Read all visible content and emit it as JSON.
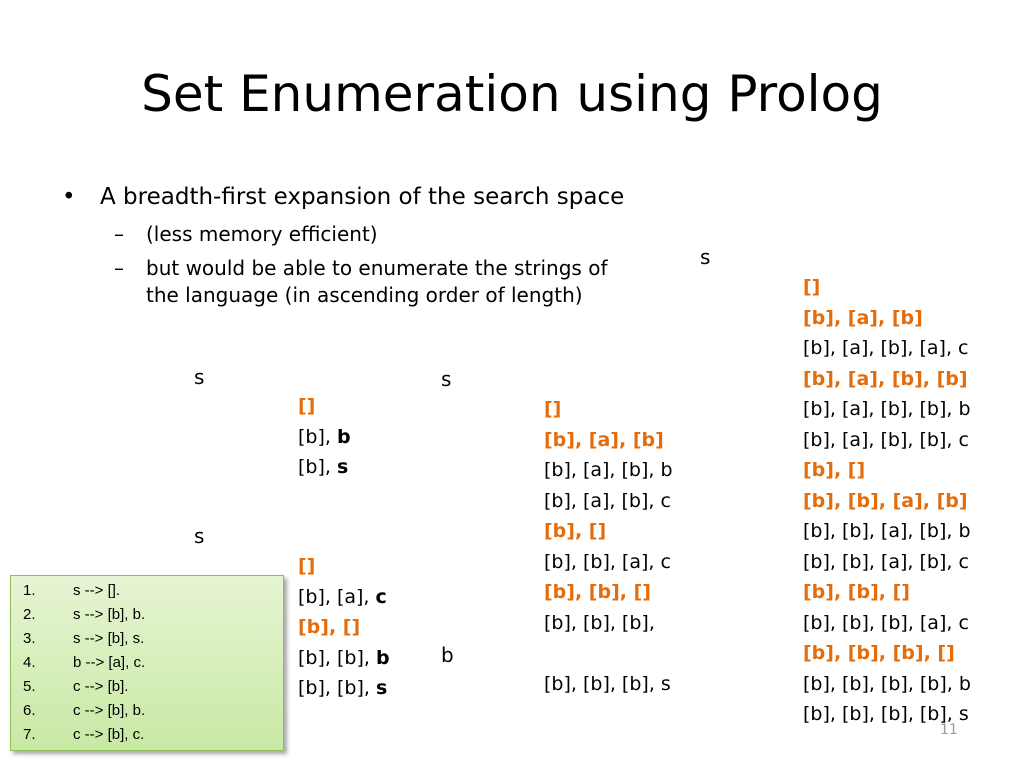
{
  "slide": {
    "title": "Set Enumeration using Prolog",
    "bullet": "A breadth-first expansion of the search space",
    "bullet_marker": "•",
    "dash_marker": "–",
    "sub_bullets": [
      "(less memory efficient)",
      "but would be able to enumerate the strings of",
      "the language (in ascending order of length)"
    ],
    "tree_labels": {
      "left_s_top": "s",
      "left_s_bottom": "s",
      "middle_s": "s",
      "middle_b": "b",
      "right_s": "s"
    },
    "col1_a": [
      {
        "parts": [
          {
            "t": "[]",
            "style": "orange"
          }
        ]
      },
      {
        "parts": [
          {
            "t": "[b], ",
            "style": "normal"
          },
          {
            "t": "b",
            "style": "bold"
          }
        ]
      },
      {
        "parts": [
          {
            "t": "[b], ",
            "style": "normal"
          },
          {
            "t": "s",
            "style": "bold"
          }
        ]
      }
    ],
    "col1_b": [
      {
        "parts": [
          {
            "t": "[]",
            "style": "orange"
          }
        ]
      },
      {
        "parts": [
          {
            "t": "[b], [a], ",
            "style": "normal"
          },
          {
            "t": "c",
            "style": "bold"
          }
        ]
      },
      {
        "parts": [
          {
            "t": "[b], []",
            "style": "orange"
          }
        ]
      },
      {
        "parts": [
          {
            "t": "[b], [b], ",
            "style": "normal"
          },
          {
            "t": "b",
            "style": "bold"
          }
        ]
      },
      {
        "parts": [
          {
            "t": "[b], [b], ",
            "style": "normal"
          },
          {
            "t": "s",
            "style": "bold"
          }
        ]
      }
    ],
    "col2": [
      {
        "parts": [
          {
            "t": "[]",
            "style": "orange"
          }
        ]
      },
      {
        "parts": [
          {
            "t": "[b], [a], [b]",
            "style": "orange"
          }
        ]
      },
      {
        "parts": [
          {
            "t": "[b], [a], [b], b",
            "style": "normal"
          }
        ]
      },
      {
        "parts": [
          {
            "t": "[b], [a], [b], c",
            "style": "normal"
          }
        ]
      },
      {
        "parts": [
          {
            "t": "[b], []",
            "style": "orange"
          }
        ]
      },
      {
        "parts": [
          {
            "t": "[b], [b], [a], c",
            "style": "normal"
          }
        ]
      },
      {
        "parts": [
          {
            "t": "[b], [b], []",
            "style": "orange"
          }
        ]
      },
      {
        "parts": [
          {
            "t": "[b], [b], [b],",
            "style": "normal"
          }
        ]
      },
      {
        "parts": []
      },
      {
        "parts": [
          {
            "t": "[b], [b], [b], s",
            "style": "normal"
          }
        ]
      }
    ],
    "col3": [
      {
        "parts": [
          {
            "t": "[]",
            "style": "orange"
          }
        ]
      },
      {
        "parts": [
          {
            "t": "[b], [a], [b]",
            "style": "orange"
          }
        ]
      },
      {
        "parts": [
          {
            "t": "[b], [a], [b], [a], c",
            "style": "normal"
          }
        ]
      },
      {
        "parts": [
          {
            "t": "[b], [a], [b], [b]",
            "style": "orange"
          }
        ]
      },
      {
        "parts": [
          {
            "t": "[b], [a], [b], [b], b",
            "style": "normal"
          }
        ]
      },
      {
        "parts": [
          {
            "t": "[b], [a], [b], [b], c",
            "style": "normal"
          }
        ]
      },
      {
        "parts": [
          {
            "t": "[b], []",
            "style": "orange"
          }
        ]
      },
      {
        "parts": [
          {
            "t": "[b], [b], [a], [b]",
            "style": "orange"
          }
        ]
      },
      {
        "parts": [
          {
            "t": "[b], [b], [a], [b], b",
            "style": "normal"
          }
        ]
      },
      {
        "parts": [
          {
            "t": "[b], [b], [a], [b], c",
            "style": "normal"
          }
        ]
      },
      {
        "parts": [
          {
            "t": "[b], [b], []",
            "style": "orange"
          }
        ]
      },
      {
        "parts": [
          {
            "t": "[b], [b], [b], [a], c",
            "style": "normal"
          }
        ]
      },
      {
        "parts": [
          {
            "t": "[b], [b], [b], []",
            "style": "orange"
          }
        ]
      },
      {
        "parts": [
          {
            "t": "[b], [b], [b], [b], b",
            "style": "normal"
          }
        ]
      },
      {
        "parts": [
          {
            "t": "[b], [b], [b], [b], s",
            "style": "normal"
          }
        ]
      }
    ],
    "grammar_rules": [
      {
        "num": "1.",
        "text": "s --> []."
      },
      {
        "num": "2.",
        "text": "s --> [b], b."
      },
      {
        "num": "3.",
        "text": "s --> [b], s."
      },
      {
        "num": "4.",
        "text": "b --> [a], c."
      },
      {
        "num": "5.",
        "text": "c --> [b]."
      },
      {
        "num": "6.",
        "text": "c --> [b], b."
      },
      {
        "num": "7.",
        "text": "c --> [b], c."
      }
    ],
    "page_number": "11",
    "colors": {
      "highlight": "#e46c0a",
      "grammar_box": "#d6efb8"
    }
  }
}
